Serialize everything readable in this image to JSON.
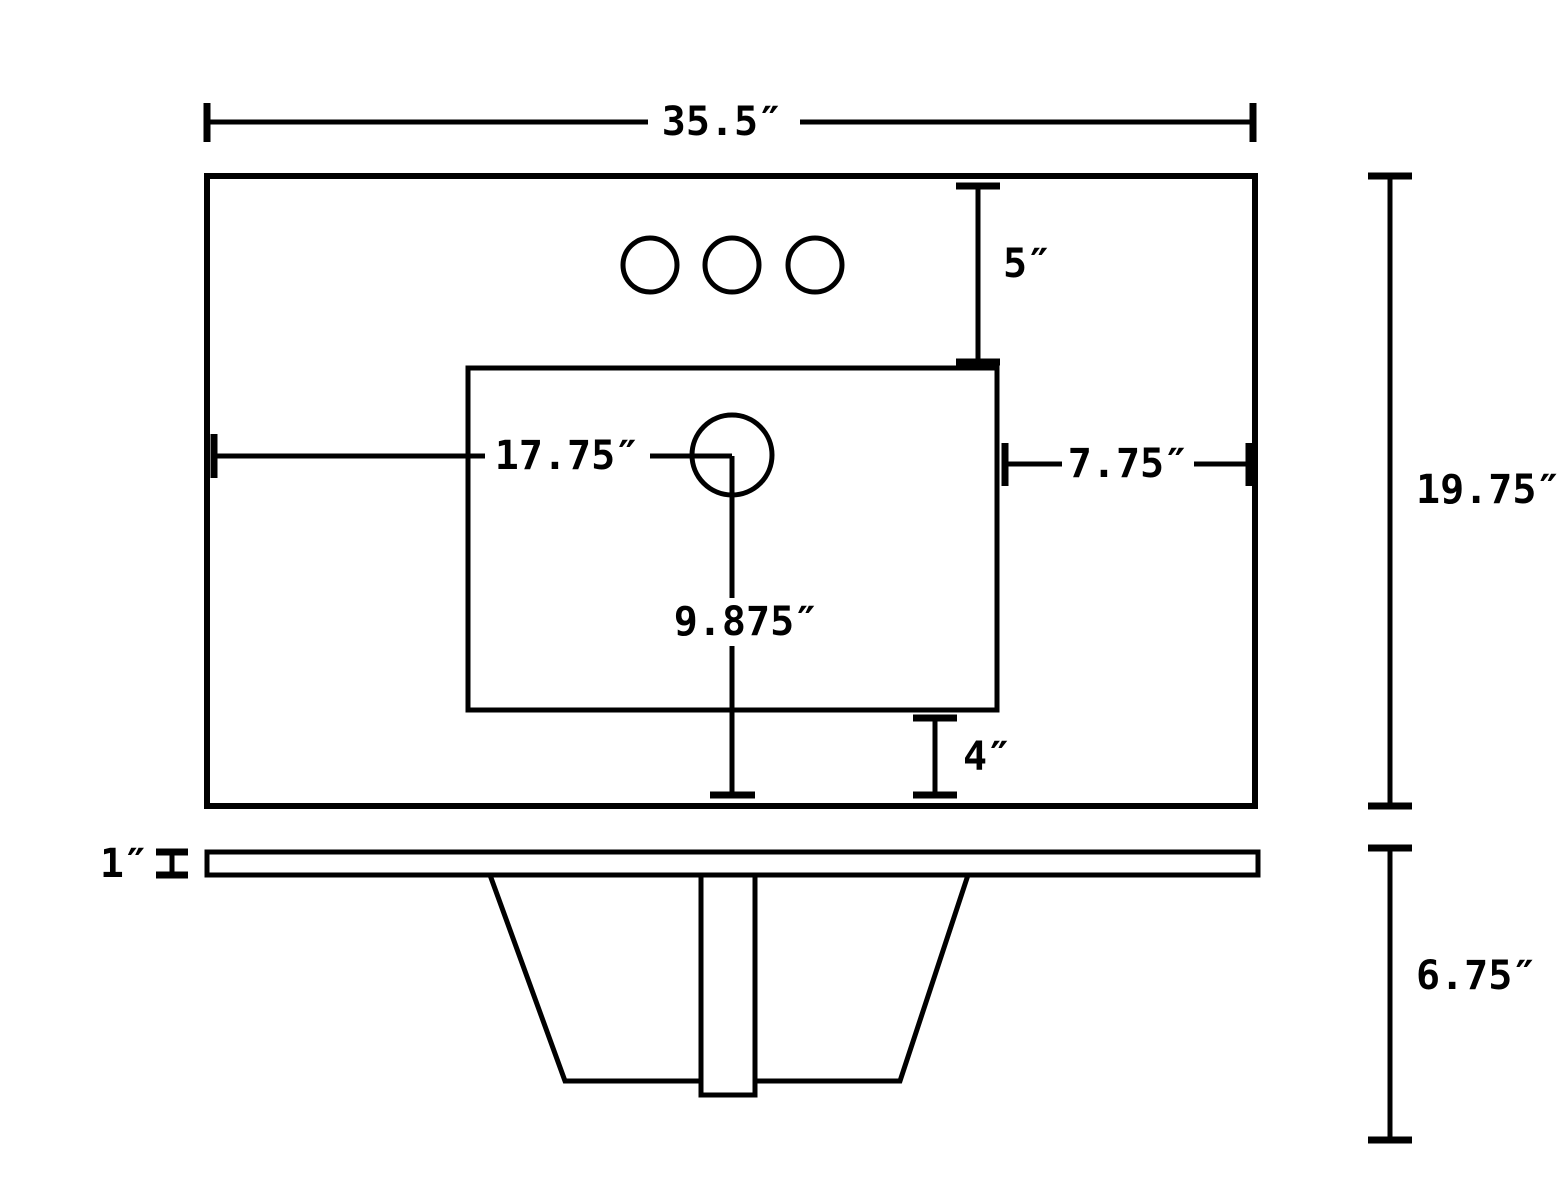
{
  "diagram": {
    "type": "technical-dimension-drawing",
    "subject": "vanity-sink-top-and-side-profile",
    "colors": {
      "line": "#000000",
      "background": "#ffffff"
    }
  },
  "labels": {
    "overall_width": "35.5″",
    "faucet_inset": "5″",
    "drain_from_left": "17.75″",
    "basin_right_gap": "7.75″",
    "overall_depth": "19.75″",
    "drain_from_front": "9.875″",
    "basin_front_gap": "4″",
    "deck_thickness": "1″",
    "bowl_depth": "6.75″"
  }
}
